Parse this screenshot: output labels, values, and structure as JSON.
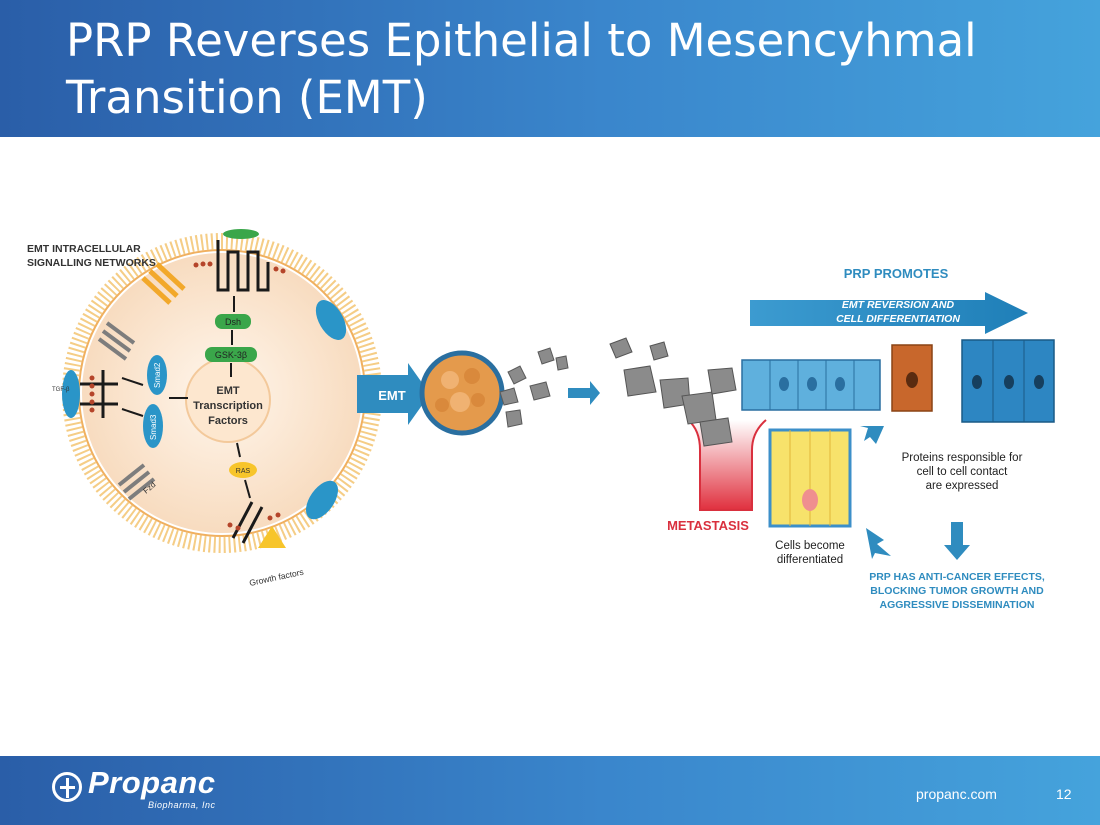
{
  "slide": {
    "title": "PRP Reverses Epithelial to Mesencyhmal Transition (EMT)",
    "website": "propanc.com",
    "page_number": "12"
  },
  "logo": {
    "name": "Propanc",
    "subtitle": "Biopharma, Inc"
  },
  "diagram": {
    "cell": {
      "heading_line1": "EMT INTRACELLULAR",
      "heading_line2": "SIGNALLING NETWORKS",
      "tgf": "TGF-β",
      "smad2": "Smad2",
      "smad3": "Smad3",
      "dsh": "Dsh",
      "gsk": "GSK-3β",
      "ras": "RAS",
      "fzd": "Fzd",
      "factors_line1": "EMT",
      "factors_line2": "Transcription",
      "factors_line3": "Factors",
      "growth": "Growth factors"
    },
    "emt_arrow": "EMT",
    "metastasis": "METASTASIS",
    "prp_promotes": "PRP PROMOTES",
    "reversion_line1": "EMT REVERSION AND",
    "reversion_line2": "CELL DIFFERENTIATION",
    "proteins_line1": "Proteins responsible for",
    "proteins_line2": "cell to cell contact",
    "proteins_line3": "are expressed",
    "cells_line1": "Cells become",
    "cells_line2": "differentiated",
    "anti_line1": "PRP HAS ANTI-CANCER EFFECTS,",
    "anti_line2": "BLOCKING TUMOR GROWTH AND",
    "anti_line3": "AGGRESSIVE DISSEMINATION",
    "colors": {
      "header": "#3a86cc",
      "accent_blue": "#2f8cbf",
      "membrane_orange": "#f5b347",
      "cell_interior": "#fbe6d2",
      "receptor_green": "#3aa64a",
      "metastasis_red": "#d9303e",
      "tumor_orange": "#e49a4c"
    }
  }
}
